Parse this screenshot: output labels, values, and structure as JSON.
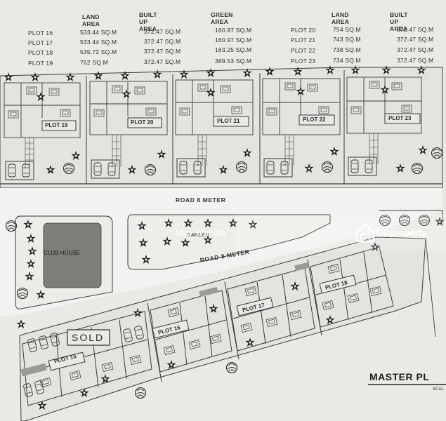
{
  "areas_table": {
    "left": {
      "headers": {
        "land": "LAND AREA",
        "built": "BUILT UP AREA",
        "green": "GREEN AREA"
      },
      "rows": [
        {
          "plot": "PLOT 16",
          "land": "533.44 SQ.M",
          "built": "372.47 SQ.M",
          "green": "160.97 SQ.M"
        },
        {
          "plot": "PLOT 17",
          "land": "533.44 SQ.M",
          "built": "372.47 SQ.M",
          "green": "160.97 SQ.M"
        },
        {
          "plot": "PLOT 18",
          "land": "535.72 SQ.M",
          "built": "372.47 SQ.M",
          "green": "163.25 SQ.M"
        },
        {
          "plot": "PLOT 19",
          "land": "762 SQ.M",
          "built": "372.47 SQ.M",
          "green": "389.53 SQ.M"
        }
      ]
    },
    "right": {
      "headers": {
        "land": "LAND AREA",
        "built": "BUILT UP AREA"
      },
      "rows": [
        {
          "plot": "PLOT 20",
          "land": "754 SQ.M",
          "built": "372.47 SQ.M"
        },
        {
          "plot": "PLOT 21",
          "land": "743 SQ.M",
          "built": "372.47 SQ.M"
        },
        {
          "plot": "PLOT 22",
          "land": "738 SQ.M",
          "built": "372.47 SQ.M"
        },
        {
          "plot": "PLOT 23",
          "land": "734 SQ.M",
          "built": "372.47 SQ.M"
        }
      ]
    }
  },
  "plan": {
    "top_row_plots": [
      "PLOT 19",
      "PLOT 20",
      "PLOT 21",
      "PLOT 22",
      "PLOT 23"
    ],
    "road_top": "ROAD  8 METER",
    "road_bottom": "ROAD  8 METER",
    "garden": "GARDEN",
    "club_house": "CLUB HOUSE",
    "bottom_row_plots": [
      "PLOT 15",
      "PLOT 16",
      "PLOT 17",
      "PLOT 18"
    ],
    "sold": "SOLD",
    "title": "MASTER PL",
    "scale": "SCAL"
  },
  "watermark": {
    "left": "May Wanida",
    "brand": "DDproperty"
  },
  "colors": {
    "line": "#3a3a3a",
    "paper": "#e9e9e6",
    "road": "#f3f3f1",
    "club": "#7d7d79"
  }
}
